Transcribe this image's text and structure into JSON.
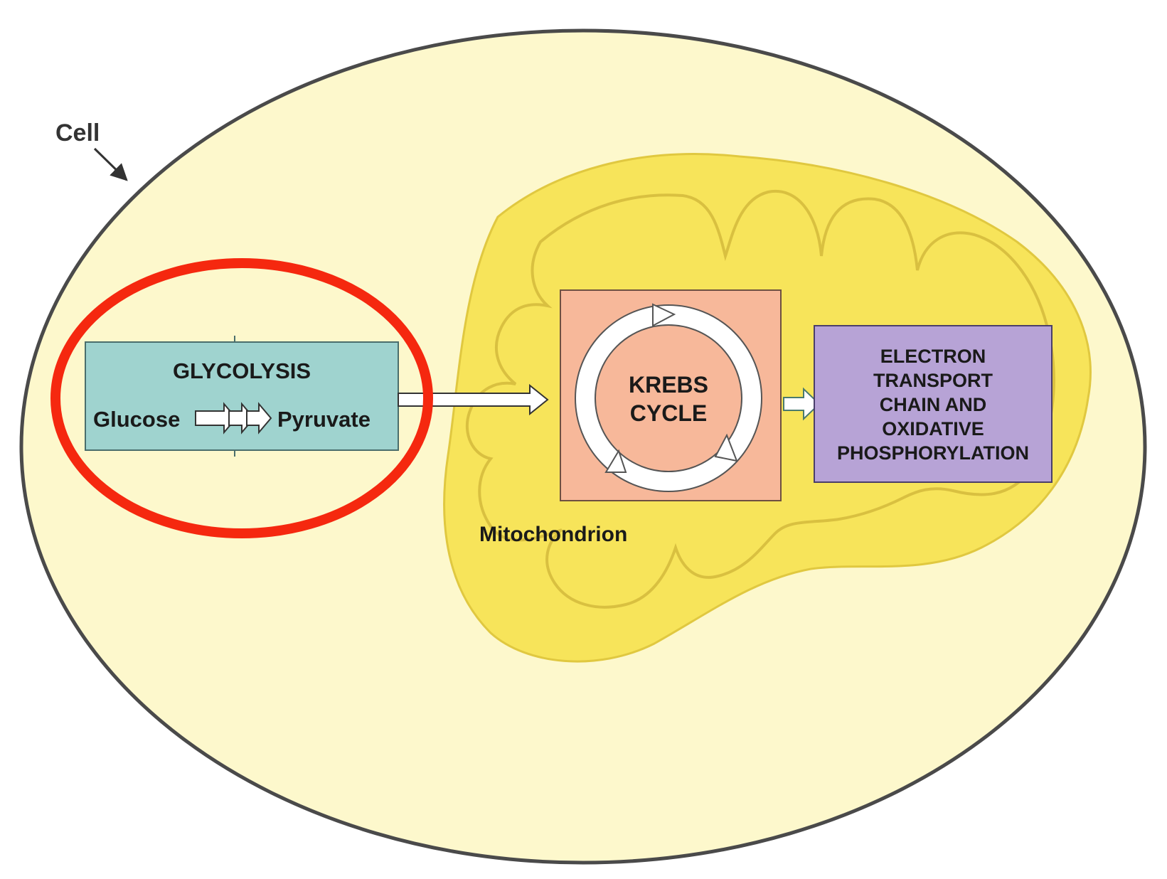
{
  "labels": {
    "cell": "Cell",
    "glycolysis": "GLYCOLYSIS",
    "glucose": "Glucose",
    "pyruvate": "Pyruvate",
    "krebs_line1": "KREBS",
    "krebs_line2": "CYCLE",
    "etc_line1": "ELECTRON",
    "etc_line2": "TRANSPORT",
    "etc_line3": "CHAIN AND",
    "etc_line4": "OXIDATIVE",
    "etc_line5": "PHOSPHORYLATION",
    "mitochondrion": "Mitochondrion"
  },
  "colors": {
    "cell_fill": "#fdf8cc",
    "cell_stroke": "#4a4a4a",
    "mito_fill": "#f7e45a",
    "mito_inner_stroke": "#d9c040",
    "glycolysis_box": "#9fd3cf",
    "krebs_box": "#f7b89a",
    "etc_box": "#b7a3d6",
    "highlight_ring": "#f5280f"
  }
}
